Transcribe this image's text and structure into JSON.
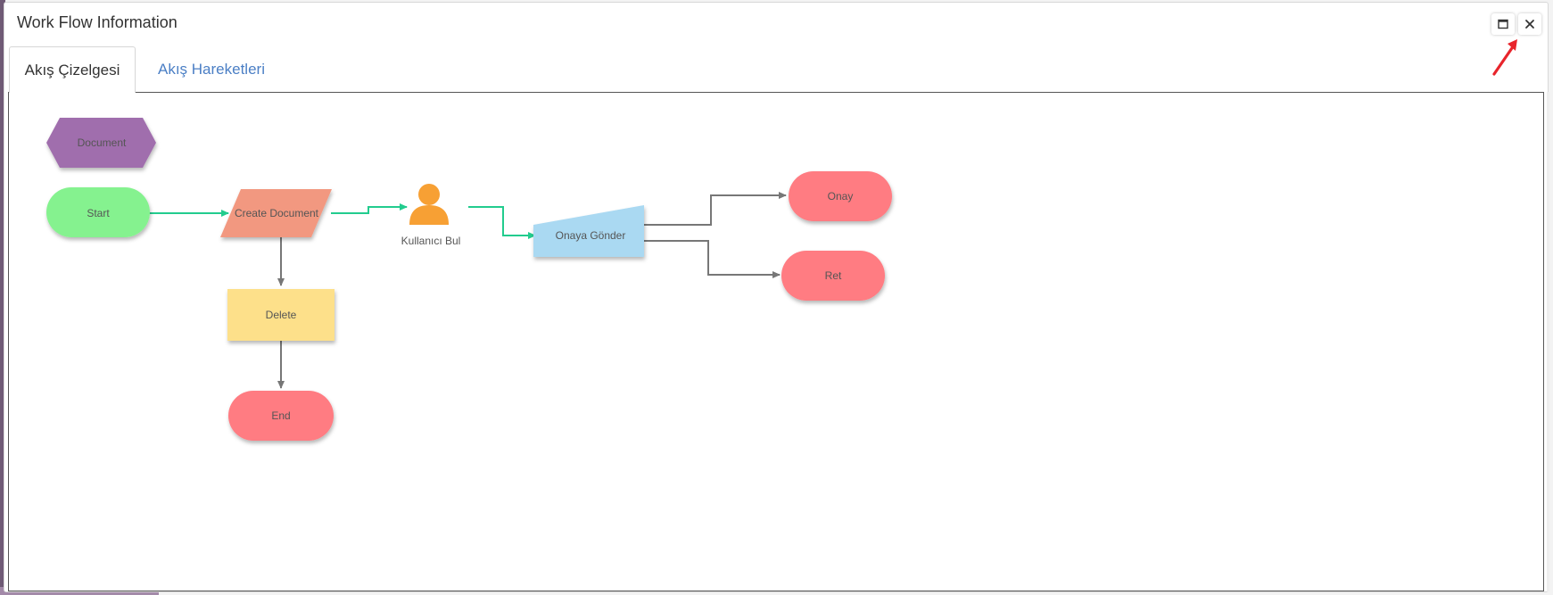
{
  "dialog": {
    "title": "Work Flow Information",
    "maximize_icon": "maximize-icon",
    "close_icon": "close-icon"
  },
  "tabs": [
    {
      "label": "Akış Çizelgesi",
      "active": true
    },
    {
      "label": "Akış Hareketleri",
      "active": false
    }
  ],
  "flow": {
    "nodes": {
      "document": {
        "label": "Document",
        "shape": "hexagon",
        "color": "#a06ead"
      },
      "start": {
        "label": "Start",
        "shape": "terminator",
        "color": "#85f28f"
      },
      "create_document": {
        "label": "Create Document",
        "shape": "parallelogram",
        "color": "#f29880"
      },
      "kullanici_bul": {
        "label": "Kullanıcı Bul",
        "shape": "user-icon",
        "color": "#f7a034"
      },
      "onaya_gonder": {
        "label": "Onaya Gönder",
        "shape": "manual-input",
        "color": "#aad9f2"
      },
      "onay": {
        "label": "Onay",
        "shape": "terminator",
        "color": "#ff7b82"
      },
      "ret": {
        "label": "Ret",
        "shape": "terminator",
        "color": "#ff7b82"
      },
      "delete": {
        "label": "Delete",
        "shape": "rectangle",
        "color": "#fde08a"
      },
      "end": {
        "label": "End",
        "shape": "terminator",
        "color": "#ff7b82"
      }
    },
    "edges": [
      {
        "from": "start",
        "to": "create_document",
        "color": "#22cc8e"
      },
      {
        "from": "create_document",
        "to": "kullanici_bul",
        "color": "#22cc8e"
      },
      {
        "from": "kullanici_bul",
        "to": "onaya_gonder",
        "color": "#22cc8e"
      },
      {
        "from": "onaya_gonder",
        "to": "onay",
        "color": "#777777"
      },
      {
        "from": "onaya_gonder",
        "to": "ret",
        "color": "#777777"
      },
      {
        "from": "create_document",
        "to": "delete",
        "color": "#777777"
      },
      {
        "from": "delete",
        "to": "end",
        "color": "#777777"
      }
    ]
  },
  "colors": {
    "tab_link": "#4b7fc5",
    "annotation_arrow": "#e8242b"
  }
}
